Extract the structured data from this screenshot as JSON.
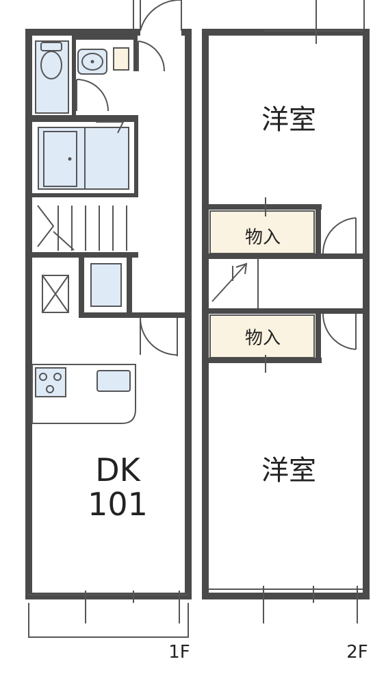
{
  "floor1": {
    "room_type": "DK",
    "room_number": "101",
    "floor_label": "1F"
  },
  "floor2": {
    "room_top": "洋室",
    "room_bottom": "洋室",
    "storage_top": "物入",
    "storage_bottom": "物入",
    "floor_label": "2F"
  },
  "colors": {
    "wall": "#4a4a4a",
    "fixture_fill": "#dfeaf7",
    "storage_fill": "#fbf3e1"
  }
}
